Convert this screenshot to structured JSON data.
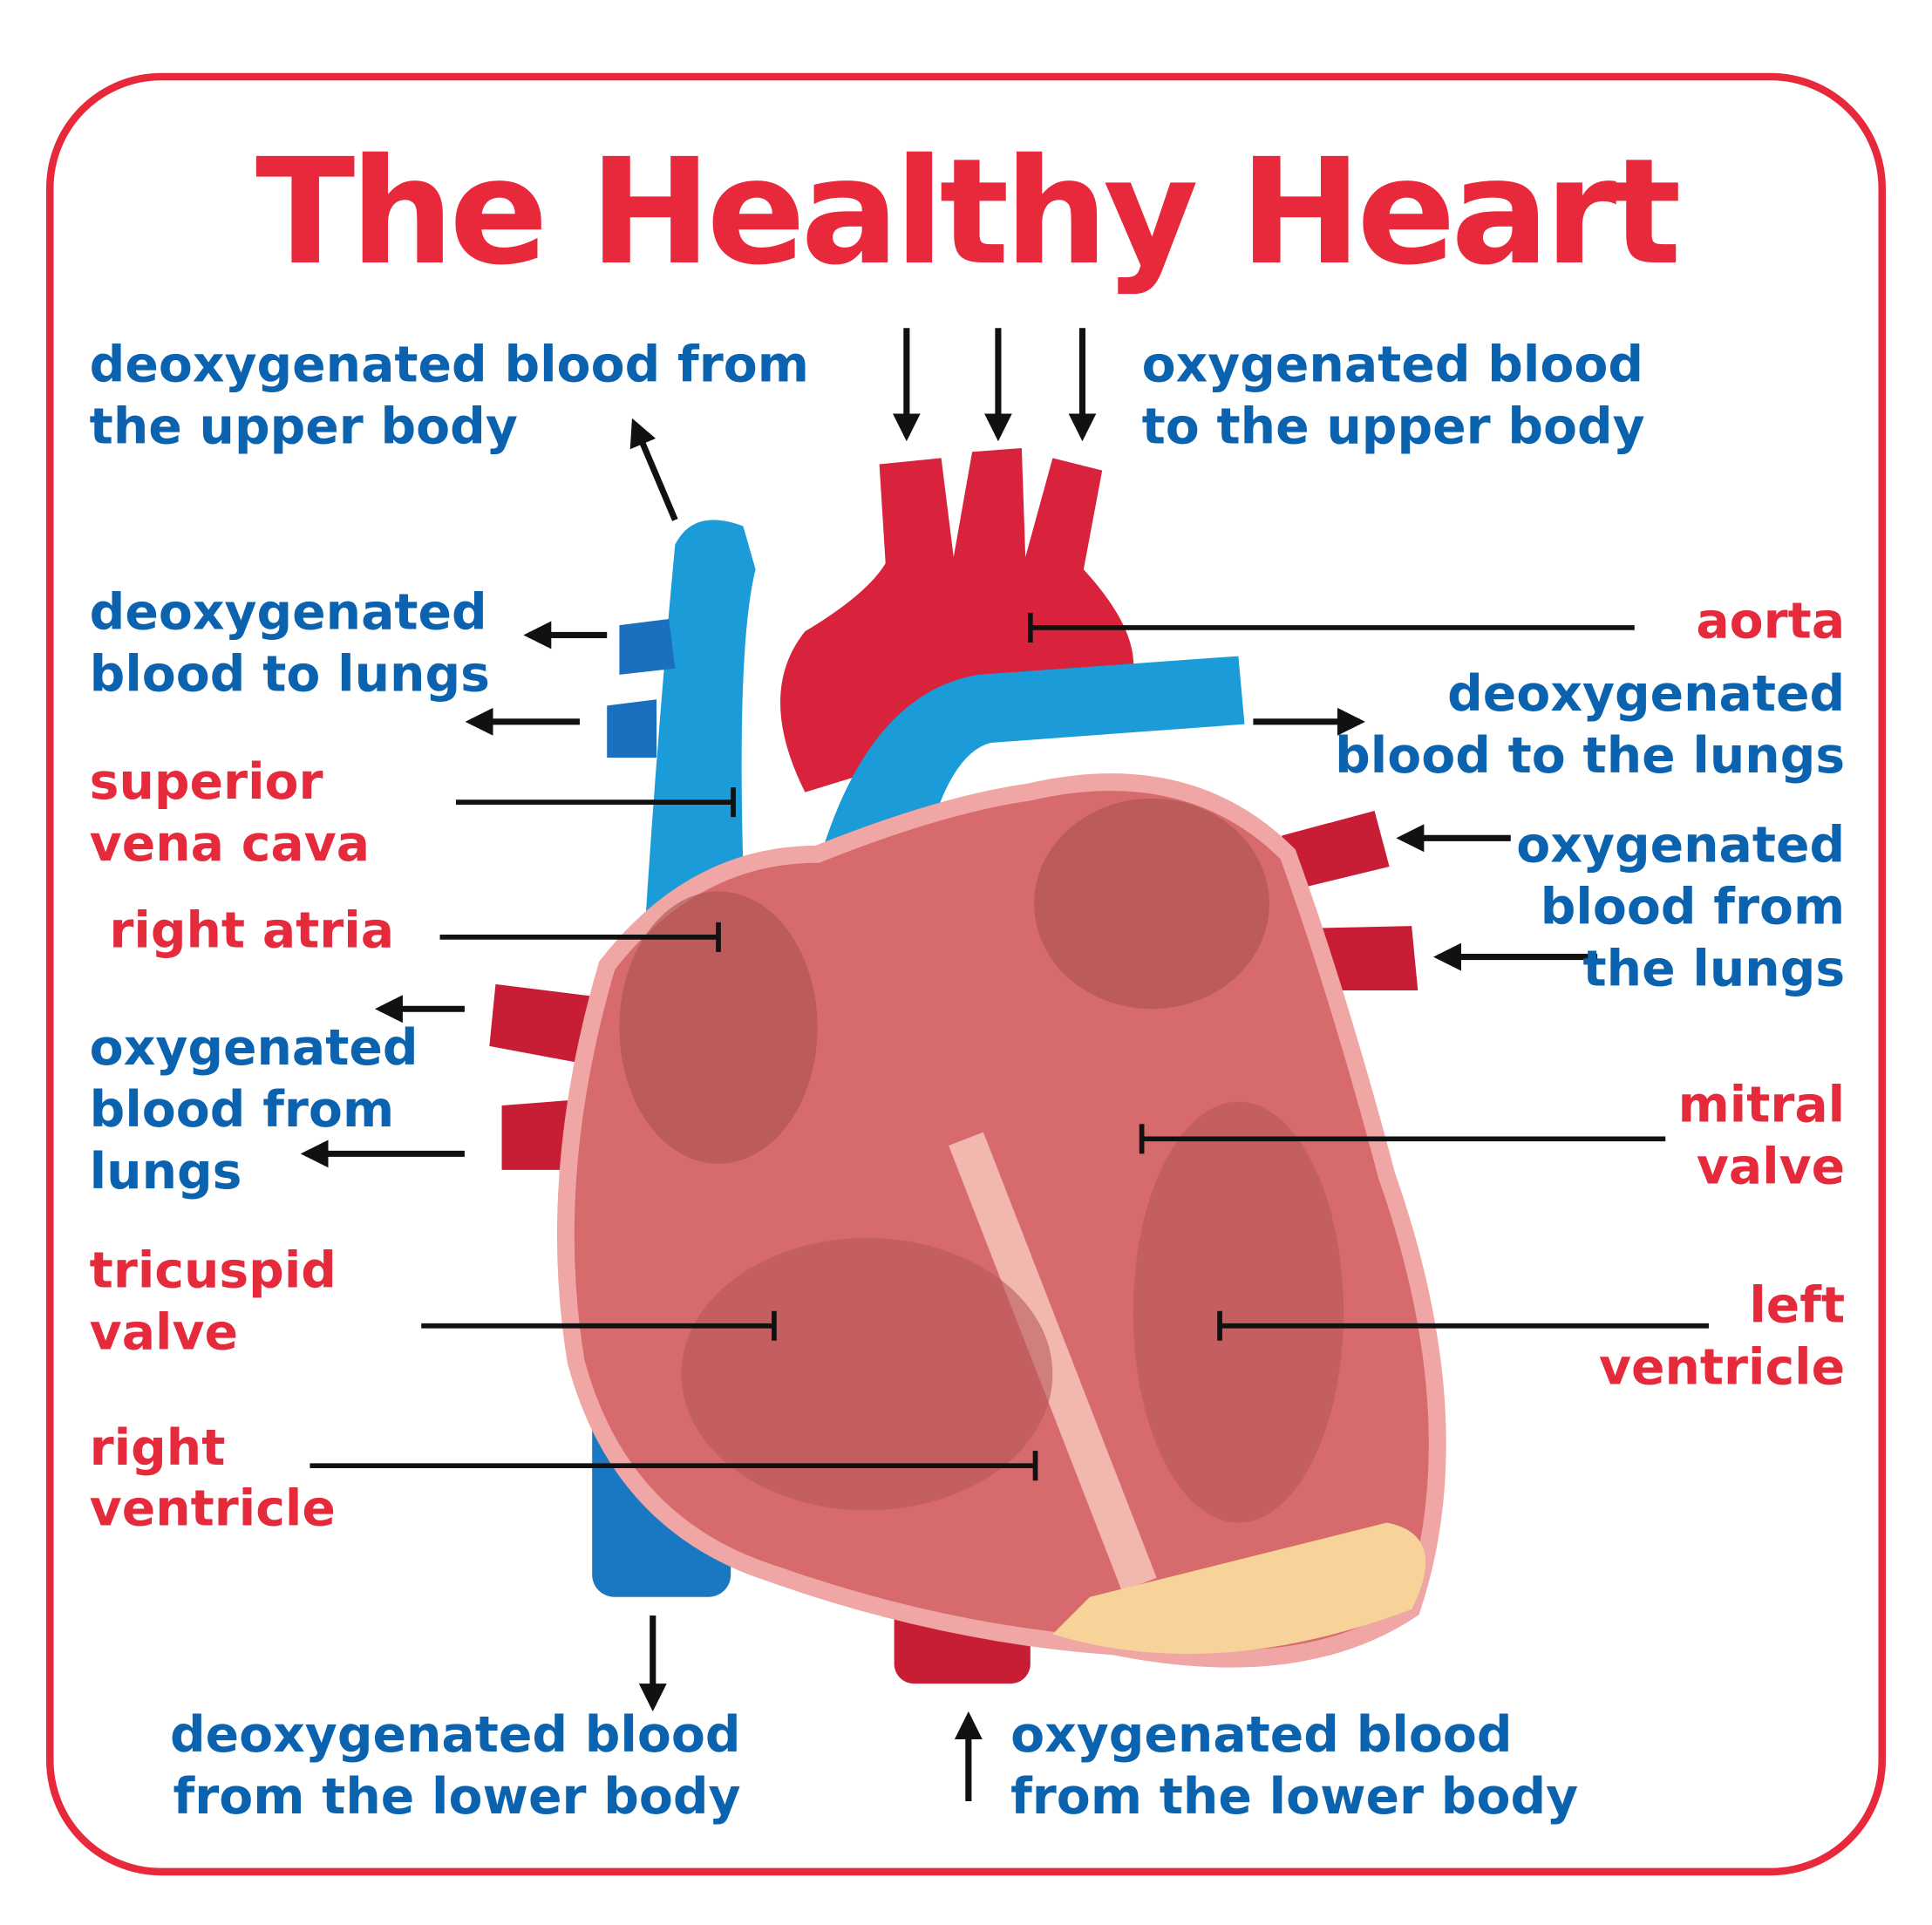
{
  "title": "The Healthy Heart",
  "colors": {
    "title": "#e8293b",
    "flow_label": "#0b63b0",
    "part_label": "#e52a3c",
    "border": "#e8293b"
  },
  "flow_labels": {
    "upper_body_deoxy": [
      "deoxygenated blood from",
      "the upper body"
    ],
    "upper_body_oxy": [
      "oxygenated blood",
      "to the upper body"
    ],
    "to_lungs_left": [
      "deoxygenated",
      "blood to lungs"
    ],
    "to_lungs_right": [
      "deoxygenated",
      "blood to the lungs"
    ],
    "from_lungs_right": [
      "oxygenated",
      "blood from",
      "the lungs"
    ],
    "from_lungs_left": [
      "oxygenated",
      "blood from",
      "lungs"
    ],
    "lower_body_deoxy": [
      "deoxygenated blood",
      "from the lower body"
    ],
    "lower_body_oxy": [
      "oxygenated blood",
      "from the lower body"
    ]
  },
  "part_labels": {
    "aorta": [
      "aorta"
    ],
    "superior_vena_cava": [
      "superior",
      "vena cava"
    ],
    "right_atria": [
      "right atria"
    ],
    "mitral_valve": [
      "mitral",
      "valve"
    ],
    "tricuspid_valve": [
      "tricuspid",
      "valve"
    ],
    "left_ventricle": [
      "left",
      "ventricle"
    ],
    "right_ventricle": [
      "right",
      "ventricle"
    ]
  }
}
